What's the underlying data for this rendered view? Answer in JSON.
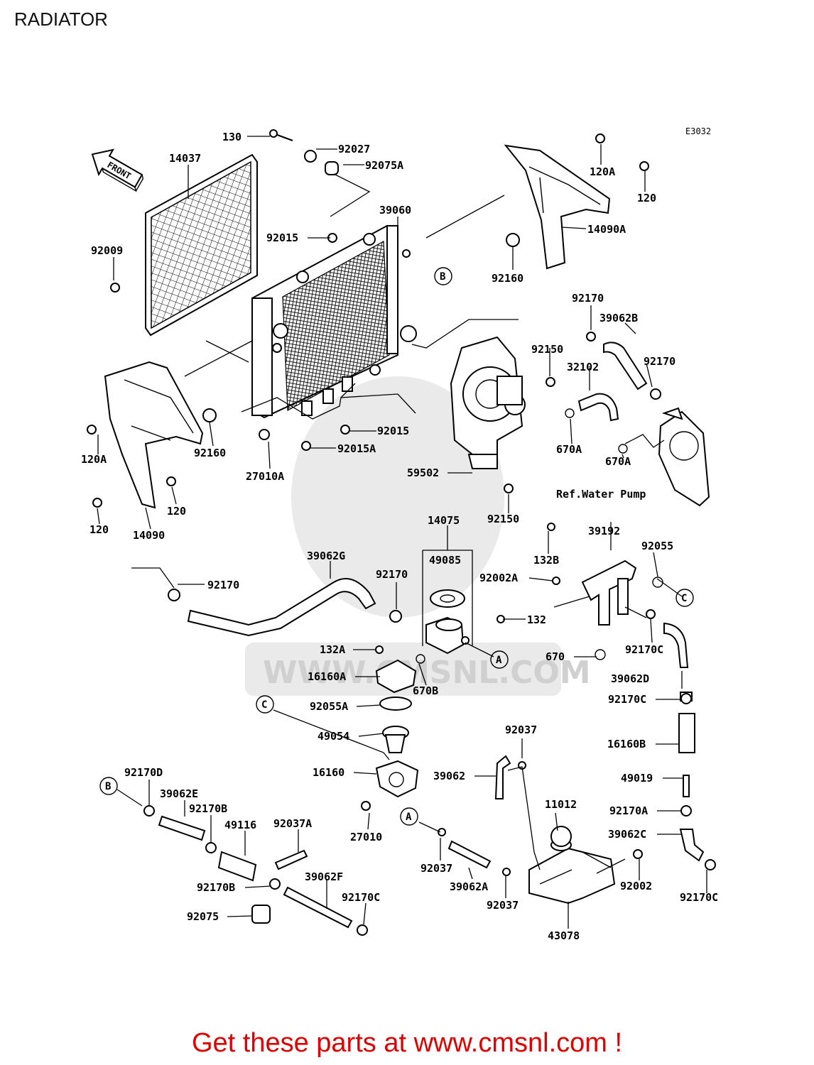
{
  "title": "RADIATOR",
  "diagram_code": "E3032",
  "front_label": "FRONT",
  "watermark": "WWW.CMSNL.COM",
  "footer": "Get these parts at www.cmsnl.com !",
  "callouts": {
    "A": "A",
    "B": "B",
    "C": "C"
  },
  "parts": {
    "p130": "130",
    "p92027": "92027",
    "p92075A": "92075A",
    "p14037": "14037",
    "p120A_top": "120A",
    "p120_top": "120",
    "p14090A": "14090A",
    "p39060": "39060",
    "p92015_top": "92015",
    "p92009": "92009",
    "p92160_top": "92160",
    "p92170_top": "92170",
    "p39062B": "39062B",
    "p92150_top": "92150",
    "p32102": "32102",
    "p92170_right": "92170",
    "p670A_left": "670A",
    "p670A_right": "670A",
    "p120A_left": "120A",
    "p92160_left": "92160",
    "p92015_mid": "92015",
    "p92015A": "92015A",
    "p27010A": "27010A",
    "p120_mid": "120",
    "p120_low": "120",
    "p14090": "14090",
    "p59502": "59502",
    "p92150_low": "92150",
    "ref_water_pump": "Ref.Water Pump",
    "p14075": "14075",
    "p39192": "39192",
    "p39062G": "39062G",
    "p49085": "49085",
    "p132B": "132B",
    "p92055": "92055",
    "p92170_mid": "92170",
    "p92002A": "92002A",
    "p92170_left": "92170",
    "p132": "132",
    "p132A": "132A",
    "p670": "670",
    "p92170C_1": "92170C",
    "p16160A": "16160A",
    "p670B": "670B",
    "p39062D": "39062D",
    "p92055A": "92055A",
    "p92170C_2": "92170C",
    "p49054": "49054",
    "p16160B": "16160B",
    "p92037_top": "92037",
    "p16160": "16160",
    "p39062": "39062",
    "p49019": "49019",
    "p92170D": "92170D",
    "p39062E": "39062E",
    "p11012": "11012",
    "p92170A": "92170A",
    "p92170B_1": "92170B",
    "p49116": "49116",
    "p92037A": "92037A",
    "p27010": "27010",
    "p39062C": "39062C",
    "p92037_mid": "92037",
    "p39062F": "39062F",
    "p92170C_3": "92170C",
    "p39062A": "39062A",
    "p92002": "92002",
    "p92170B_2": "92170B",
    "p92037_low": "92037",
    "p92170C_4": "92170C",
    "p92075": "92075",
    "p43078": "43078"
  }
}
